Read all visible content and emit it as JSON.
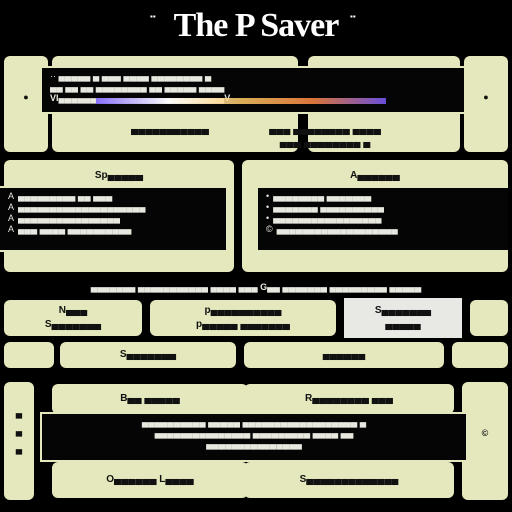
{
  "header": {
    "title": "The P Saver",
    "left_mark": "▪▪",
    "right_mark": "▪▪"
  },
  "top_block": {
    "lines": [
      "·· ▄▄▄▄▄ ▄  ▄▄▄ ▄▄▄▄  ▄▄▄▄▄▄▄▄ ▄",
      "▄▄ ▄▄ ▄▄  ▄▄▄▄▄▄▄▄ ▄▄  ▄▄▄▄▄ ▄▄▄▄",
      "VI▄▄▄▄▄▄▄▄▄▄▄▄▄▄▄▄▄▄▄▄▄▄▄▄▄▄V"
    ],
    "left_icon": "●",
    "right_icon": "●",
    "caption_left": "▄▄▄▄▄▄▄▄▄▄▄",
    "caption_right_1": "▄▄▄ ▄▄▄▄▄▄▄▄ ▄▄▄▄",
    "caption_right_2": "▄▄▄ ▄▄▄▄▄▄▄▄ ▄"
  },
  "section_left": {
    "heading": "Sp▄▄▄▄▄",
    "items": [
      "▄▄▄▄▄▄▄▄▄ ▄▄ ▄▄▄",
      "▄▄▄▄▄▄▄▄▄▄▄▄▄▄▄▄▄▄▄▄",
      "▄▄▄▄▄▄▄▄▄▄▄▄▄▄▄▄",
      "▄▄▄ ▄▄▄▄ ▄▄▄▄▄▄▄▄▄▄"
    ],
    "markers": [
      "A",
      "A",
      "A",
      "A"
    ]
  },
  "section_right": {
    "heading": "A▄▄▄▄▄▄",
    "items": [
      "▄▄▄▄▄▄▄▄ ▄▄▄▄▄▄▄",
      "▄▄▄▄▄▄▄ ▄▄▄▄▄▄▄▄▄▄",
      "▄▄▄▄▄▄▄▄▄▄▄▄▄▄▄▄▄",
      "▄▄▄▄▄▄▄▄▄▄▄▄▄▄▄▄▄▄▄"
    ],
    "markers": [
      "•",
      "•",
      "•",
      "©"
    ]
  },
  "strip_text": "▄▄▄▄▄▄▄ ▄▄▄▄▄▄▄▄▄▄▄ ▄▄▄▄ ▄▄▄ G▄▄ ▄▄▄▄▄▄▄ ▄▄▄▄▄▄▄▄▄ ▄▄▄▄▄",
  "row_boxes": {
    "box1": [
      "N▄▄▄",
      "S▄▄▄▄▄▄▄"
    ],
    "box2": [
      "p▄▄▄▄▄▄▄▄▄▄",
      "p▄▄▄▄▄ ▄▄▄▄▄▄▄"
    ],
    "box3": [
      "S▄▄▄▄▄▄▄",
      "▄▄▄▄▄"
    ]
  },
  "mid_labels": {
    "left": "S▄▄▄▄▄▄▄",
    "right": "▄▄▄▄▄▄"
  },
  "bottom": {
    "heading_left": "B▄▄ ▄▄▄▄▄",
    "heading_right": "R▄▄▄▄▄▄▄▄ ▄▄▄",
    "lines": [
      "▄▄▄▄▄▄▄▄▄▄ ▄▄▄▄▄ ▄▄▄▄▄▄▄▄▄▄▄▄▄▄▄▄▄▄ ▄",
      "▄▄▄▄▄▄▄▄▄▄▄▄▄▄▄ ▄▄▄▄▄▄▄▄▄ ▄▄▄▄ ▄▄",
      "▄▄▄▄▄▄▄▄▄▄▄▄▄▄▄"
    ],
    "footer_left": "O▄▄▄▄▄▄ L▄▄▄▄",
    "footer_right": "S▄▄▄▄▄▄▄▄▄▄▄▄▄",
    "side_marks": [
      "▄",
      "▄",
      "▄"
    ],
    "right_mark": "©"
  }
}
